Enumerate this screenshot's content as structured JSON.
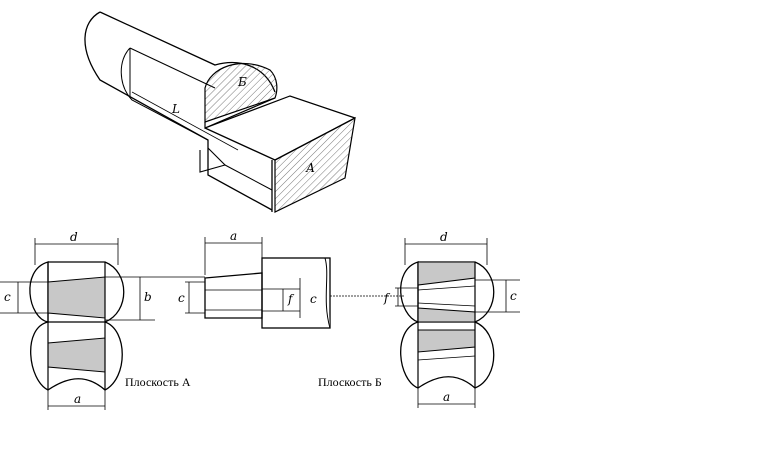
{
  "labels": {
    "L": "L",
    "B_face": "Б",
    "A_face": "А",
    "d_left": "d",
    "c_left": "c",
    "b": "b",
    "a_left": "a",
    "a_mid": "a",
    "c_mid1": "c",
    "f_mid": "f",
    "c_mid2": "c",
    "d_right": "d",
    "f_right": "f",
    "c_right": "c",
    "a_right": "a"
  },
  "captions": {
    "plane_a": "Плоскость А",
    "plane_b": "Плоскость Б"
  }
}
